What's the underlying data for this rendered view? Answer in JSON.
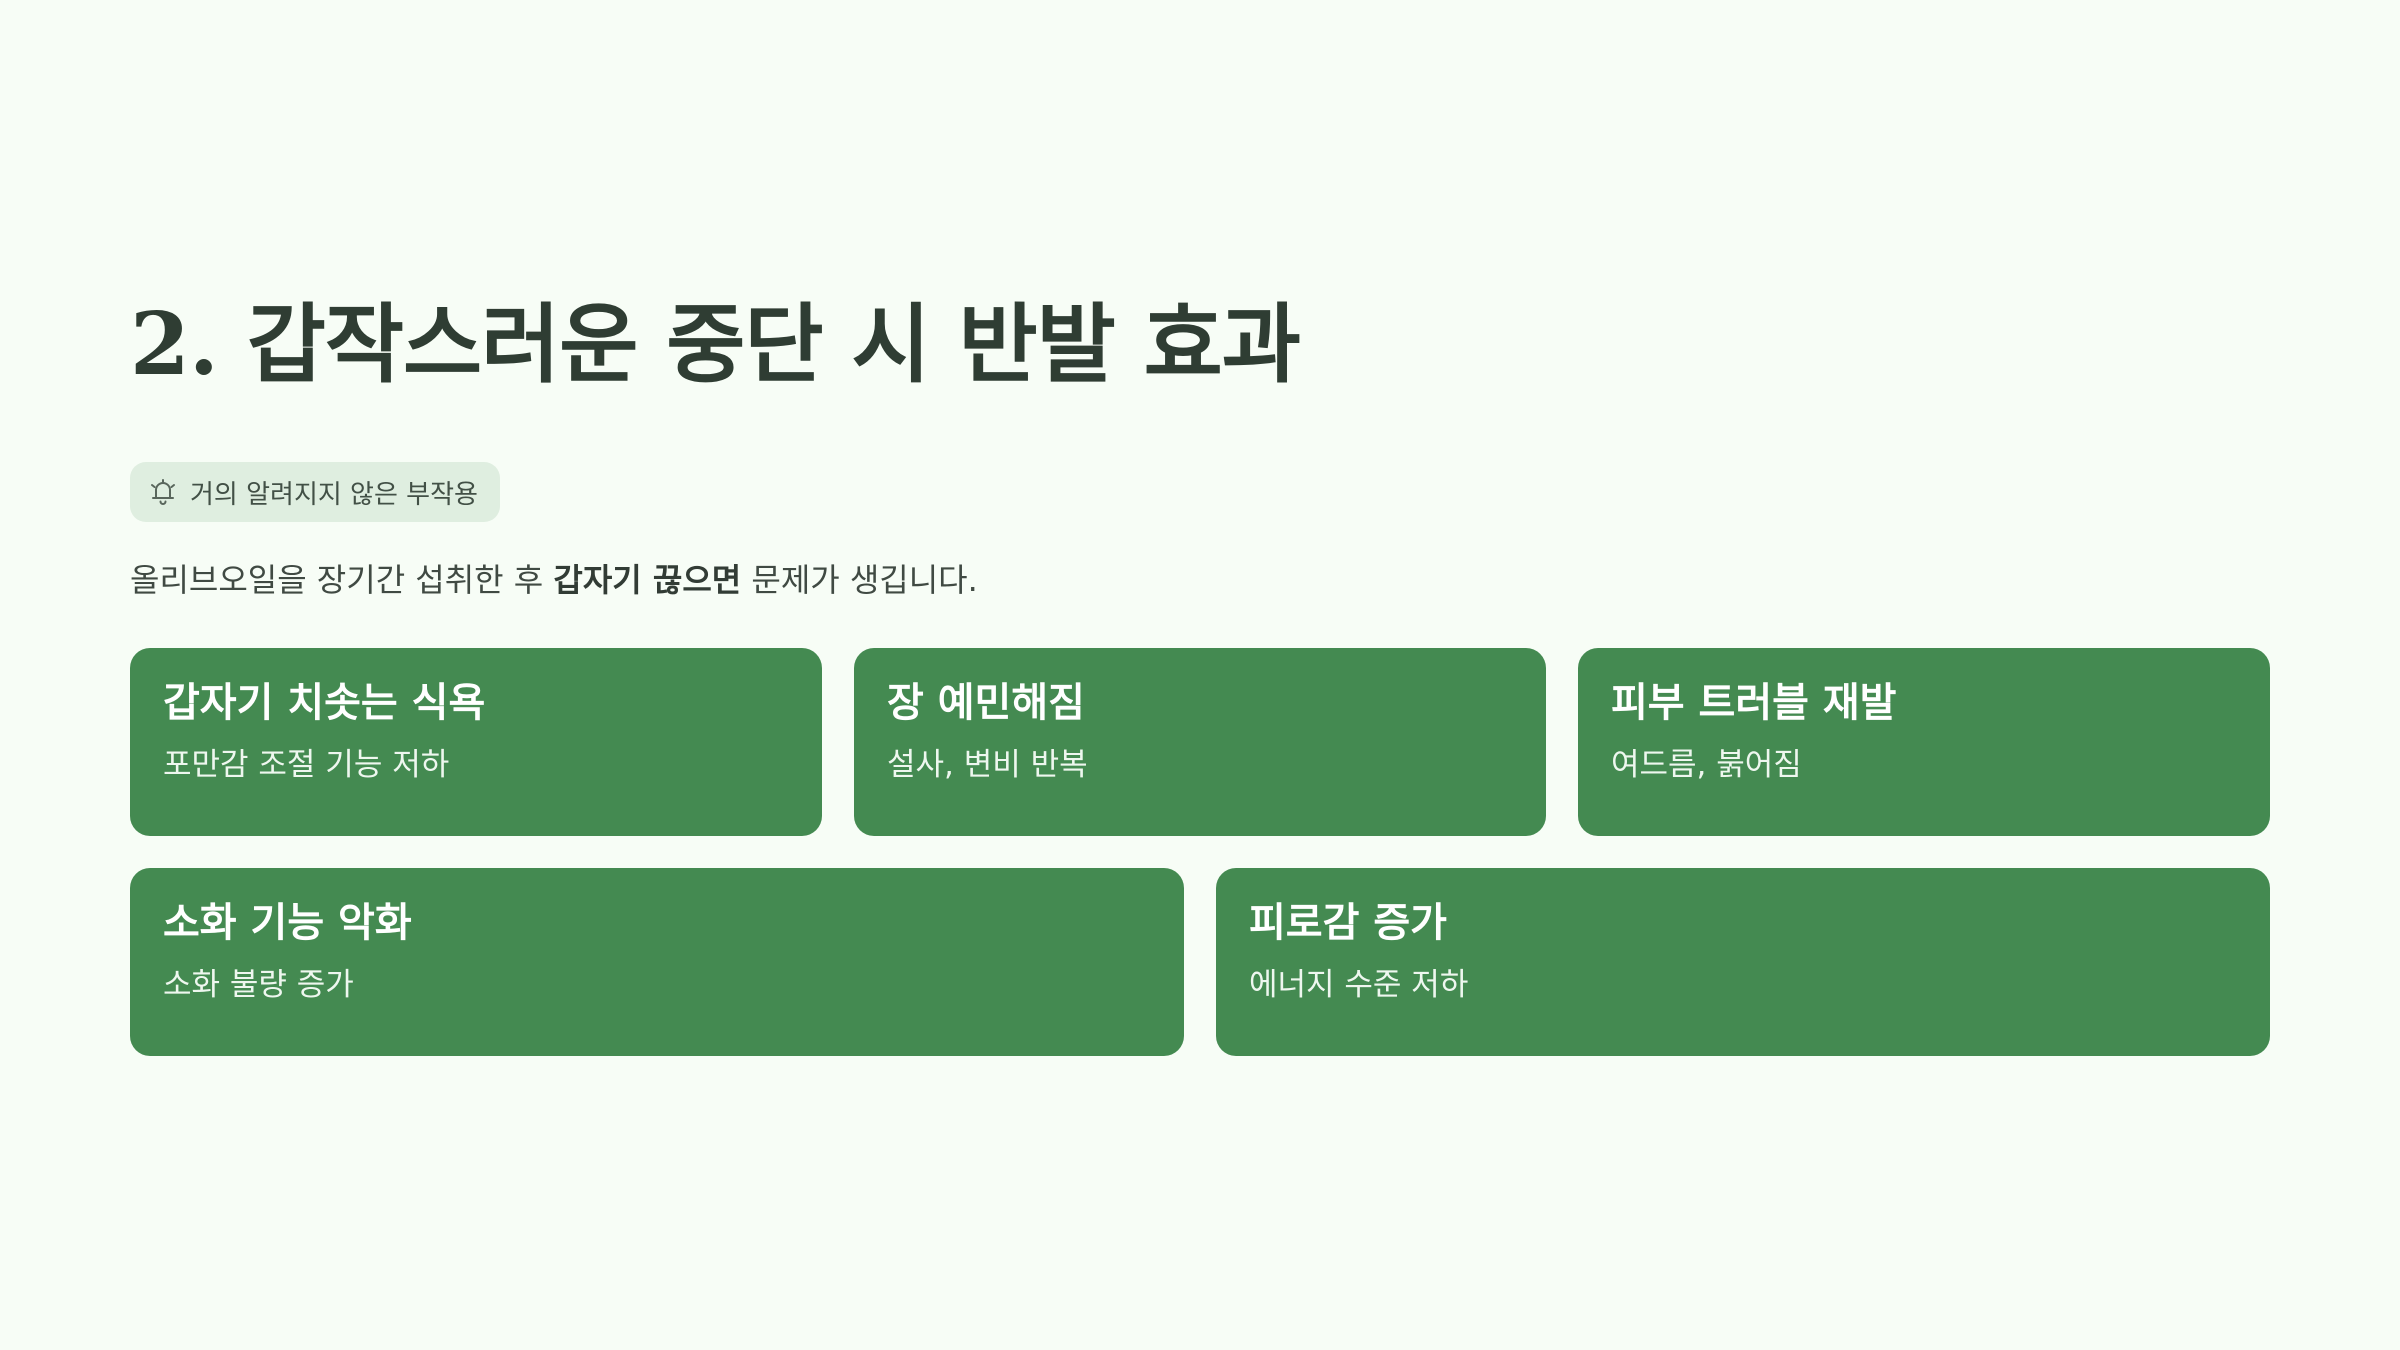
{
  "slide": {
    "title": "2. 갑작스러운 중단 시 반발 효과",
    "badge": {
      "icon": "bell-icon",
      "label": "거의 알려지지 않은 부작용"
    },
    "description": {
      "before": "올리브오일을 장기간 섭취한 후 ",
      "emphasis": "갑자기 끊으면",
      "after": " 문제가 생깁니다."
    },
    "cards_row1": [
      {
        "title": "갑자기 치솟는 식욕",
        "subtitle": "포만감 조절 기능 저하"
      },
      {
        "title": "장 예민해짐",
        "subtitle": "설사, 변비 반복"
      },
      {
        "title": "피부 트러블 재발",
        "subtitle": "여드름, 붉어짐"
      }
    ],
    "cards_row2": [
      {
        "title": "소화 기능 악화",
        "subtitle": "소화 불량 증가"
      },
      {
        "title": "피로감 증가",
        "subtitle": "에너지 수준 저하"
      }
    ]
  },
  "colors": {
    "background": "#f7fdf6",
    "card": "#448a51",
    "badge_bg": "#dfeee0",
    "title_text": "#2f3d33"
  }
}
